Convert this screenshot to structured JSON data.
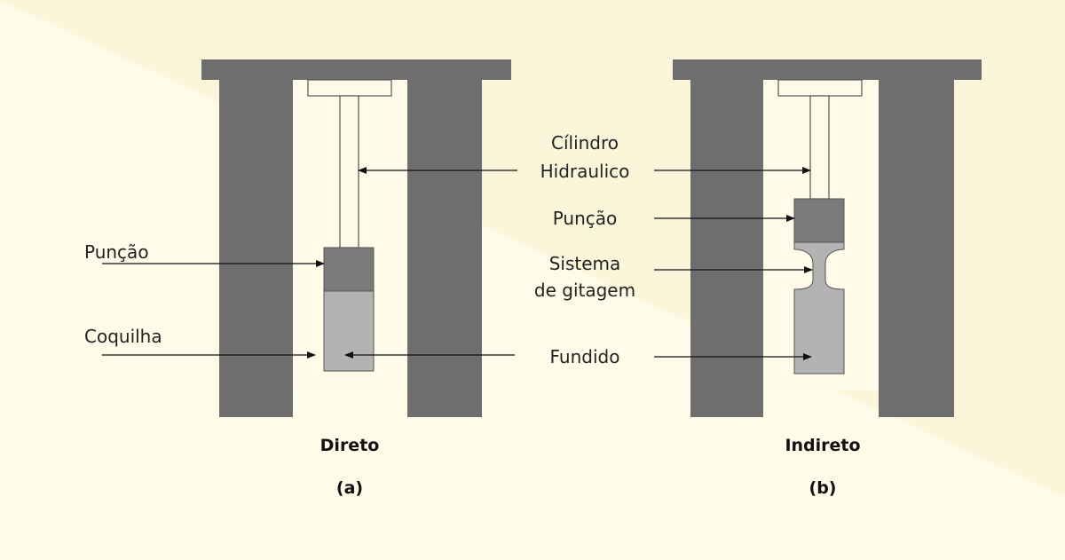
{
  "colors": {
    "background_light": "#fefbe8",
    "background_dark": "#fbf6d9",
    "frame": "#6e6e6e",
    "punch": "#7a7a7a",
    "casting": "#b3b3b3",
    "rod": "#fffbe8",
    "line": "#111111"
  },
  "labels": {
    "cilindro_line1": "Cílindro",
    "cilindro_line2": "Hidraulico",
    "puncao": "Punção",
    "coquilha": "Coquilha",
    "sistema_line1": "Sistema",
    "sistema_line2": "de gitagem",
    "fundido": "Fundido"
  },
  "panels": [
    {
      "title": "Direto",
      "caption": "(a)"
    },
    {
      "title": "Indireto",
      "caption": "(b)"
    }
  ]
}
